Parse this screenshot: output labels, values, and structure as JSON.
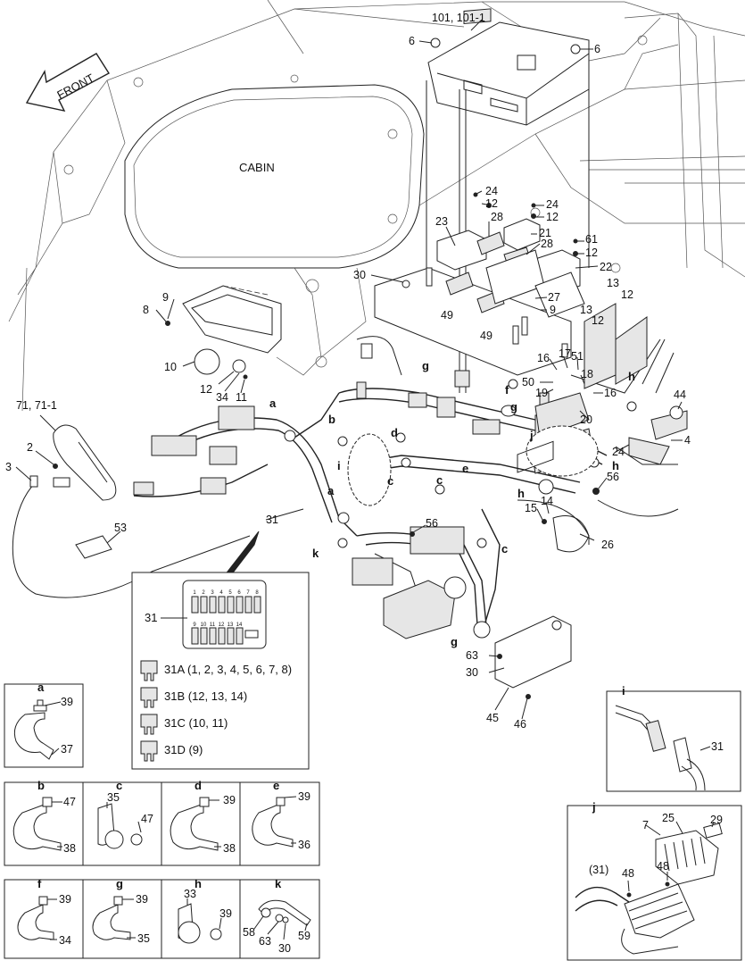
{
  "front_label": "FRONT",
  "cabin_label": "CABIN",
  "callouts": [
    {
      "id": "c-101",
      "text": "101, 101-1"
    },
    {
      "id": "c-6a",
      "text": "6"
    },
    {
      "id": "c-6b",
      "text": "6"
    },
    {
      "id": "c-24a",
      "text": "24"
    },
    {
      "id": "c-12a",
      "text": "12"
    },
    {
      "id": "c-24b",
      "text": "24"
    },
    {
      "id": "c-12b",
      "text": "12"
    },
    {
      "id": "c-23",
      "text": "23"
    },
    {
      "id": "c-28a",
      "text": "28"
    },
    {
      "id": "c-21",
      "text": "21"
    },
    {
      "id": "c-28b",
      "text": "28"
    },
    {
      "id": "c-61",
      "text": "61"
    },
    {
      "id": "c-12c",
      "text": "12"
    },
    {
      "id": "c-22",
      "text": "22"
    },
    {
      "id": "c-30a",
      "text": "30"
    },
    {
      "id": "c-27",
      "text": "27"
    },
    {
      "id": "c-9a",
      "text": "9"
    },
    {
      "id": "c-13a",
      "text": "13"
    },
    {
      "id": "c-12d",
      "text": "12"
    },
    {
      "id": "c-13b",
      "text": "13"
    },
    {
      "id": "c-12e",
      "text": "12"
    },
    {
      "id": "c-49a",
      "text": "49"
    },
    {
      "id": "c-49b",
      "text": "49"
    },
    {
      "id": "c-9b",
      "text": "9"
    },
    {
      "id": "c-8",
      "text": "8"
    },
    {
      "id": "c-10",
      "text": "10"
    },
    {
      "id": "c-12f",
      "text": "12"
    },
    {
      "id": "c-34a",
      "text": "34"
    },
    {
      "id": "c-11",
      "text": "11"
    },
    {
      "id": "c-71",
      "text": "71, 71-1"
    },
    {
      "id": "c-2",
      "text": "2"
    },
    {
      "id": "c-3",
      "text": "3"
    },
    {
      "id": "c-53",
      "text": "53"
    },
    {
      "id": "c-31a",
      "text": "31"
    },
    {
      "id": "c-56a",
      "text": "56"
    },
    {
      "id": "c-16a",
      "text": "16"
    },
    {
      "id": "c-17",
      "text": "17"
    },
    {
      "id": "c-51",
      "text": "51"
    },
    {
      "id": "c-18",
      "text": "18"
    },
    {
      "id": "c-50",
      "text": "50"
    },
    {
      "id": "c-19",
      "text": "19"
    },
    {
      "id": "c-16b",
      "text": "16"
    },
    {
      "id": "c-20",
      "text": "20"
    },
    {
      "id": "c-44",
      "text": "44"
    },
    {
      "id": "c-4",
      "text": "4"
    },
    {
      "id": "c-24c",
      "text": "24"
    },
    {
      "id": "c-56b",
      "text": "56"
    },
    {
      "id": "c-15",
      "text": "15"
    },
    {
      "id": "c-14",
      "text": "14"
    },
    {
      "id": "c-26",
      "text": "26"
    },
    {
      "id": "c-63a",
      "text": "63"
    },
    {
      "id": "c-30b",
      "text": "30"
    },
    {
      "id": "c-45",
      "text": "45"
    },
    {
      "id": "c-46",
      "text": "46"
    }
  ],
  "detail_letters": [
    {
      "id": "l-a1",
      "text": "a"
    },
    {
      "id": "l-a2",
      "text": "a"
    },
    {
      "id": "l-b",
      "text": "b"
    },
    {
      "id": "l-c1",
      "text": "c"
    },
    {
      "id": "l-c2",
      "text": "c"
    },
    {
      "id": "l-c3",
      "text": "c"
    },
    {
      "id": "l-d",
      "text": "d"
    },
    {
      "id": "l-e",
      "text": "e"
    },
    {
      "id": "l-f",
      "text": "f"
    },
    {
      "id": "l-g1",
      "text": "g"
    },
    {
      "id": "l-g2",
      "text": "g"
    },
    {
      "id": "l-g3",
      "text": "g"
    },
    {
      "id": "l-h1",
      "text": "h"
    },
    {
      "id": "l-h2",
      "text": "h"
    },
    {
      "id": "l-h3",
      "text": "h"
    },
    {
      "id": "l-i",
      "text": "i"
    },
    {
      "id": "l-j",
      "text": "j"
    },
    {
      "id": "l-k",
      "text": "k"
    }
  ],
  "fuse_box": {
    "label": "31",
    "top_numbers": [
      "1",
      "2",
      "3",
      "4",
      "5",
      "6",
      "7",
      "8"
    ],
    "bottom_numbers": [
      "9",
      "10",
      "11",
      "12",
      "13",
      "14"
    ],
    "legend": [
      {
        "code": "31A",
        "values": "(1, 2, 3, 4, 5, 6, 7, 8)"
      },
      {
        "code": "31B",
        "values": "(12, 13, 14)"
      },
      {
        "code": "31C",
        "values": "(10, 11)"
      },
      {
        "code": "31D",
        "values": "(9)"
      }
    ]
  },
  "details": {
    "a": {
      "title": "a",
      "parts": [
        "39",
        "37"
      ]
    },
    "b": {
      "title": "b",
      "parts": [
        "47",
        "38"
      ]
    },
    "c": {
      "title": "c",
      "parts": [
        "35",
        "47"
      ]
    },
    "d": {
      "title": "d",
      "parts": [
        "39",
        "38"
      ]
    },
    "e": {
      "title": "e",
      "parts": [
        "39",
        "36"
      ]
    },
    "f": {
      "title": "f",
      "parts": [
        "39",
        "34"
      ]
    },
    "g": {
      "title": "g",
      "parts": [
        "39",
        "35"
      ]
    },
    "h": {
      "title": "h",
      "parts": [
        "33",
        "39"
      ]
    },
    "k": {
      "title": "k",
      "parts": [
        "58",
        "63",
        "30",
        "59"
      ]
    },
    "i": {
      "title": "i",
      "parts": [
        "31"
      ]
    },
    "j": {
      "title": "j",
      "parts": [
        "7",
        "25",
        "29",
        "(31)",
        "48",
        "48"
      ]
    }
  }
}
